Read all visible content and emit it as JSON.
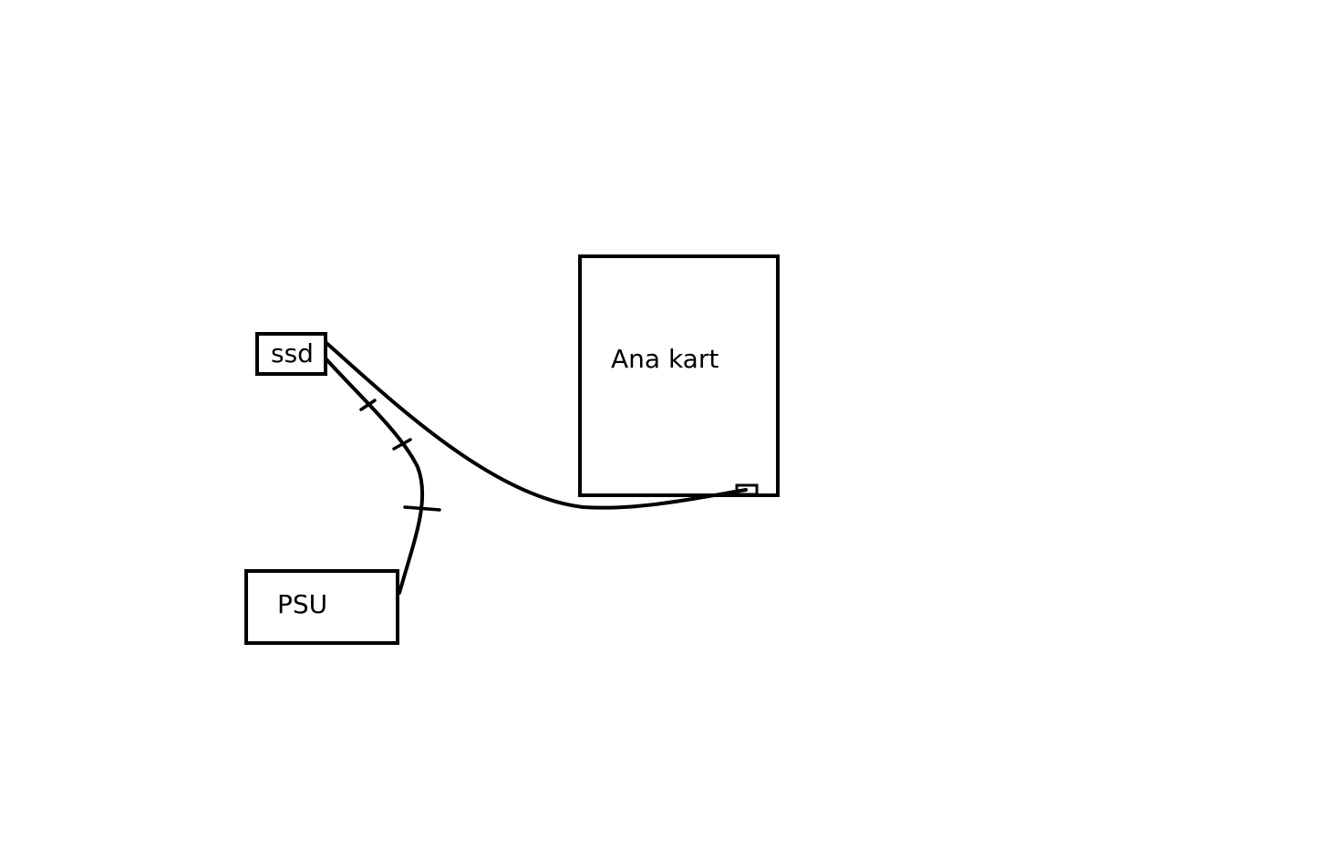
{
  "diagram": {
    "nodes": {
      "ssd": {
        "label": "ssd"
      },
      "psu": {
        "label": "PSU"
      },
      "motherboard": {
        "label": "Ana kart"
      }
    },
    "edges": [
      {
        "from": "ssd",
        "to": "motherboard",
        "kind": "data-cable"
      },
      {
        "from": "ssd",
        "to": "psu",
        "kind": "power-cable"
      }
    ],
    "colors": {
      "stroke": "#000000",
      "background": "#ffffff"
    }
  }
}
